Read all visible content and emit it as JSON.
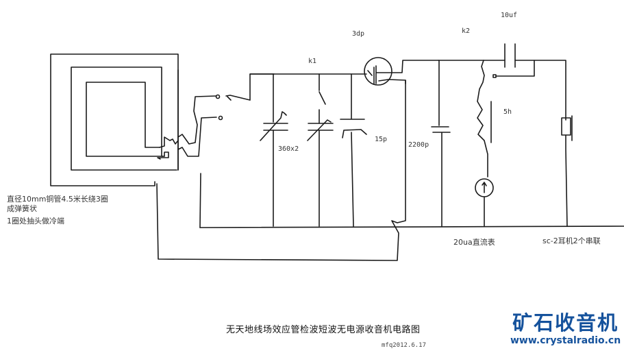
{
  "diagram": {
    "title": "无天地线场效应管检波短波无电源收音机电路图",
    "author": "mfq2012.6.17",
    "coil_note": {
      "line1": "直径10mm铜管4.5米长绕3圈",
      "line2": "成弹簧状",
      "line3": "1圈处抽头做冷端"
    },
    "components": {
      "switch_k1": "k1",
      "switch_k2": "k2",
      "transistor": "3dp",
      "variable_cap": "360x2",
      "trimmer_cap": "15p",
      "bypass_cap": "2200p",
      "coupling_cap": "10uf",
      "choke": "5h",
      "meter": "20ua直流表",
      "earphone": "sc-2耳机2个串联"
    },
    "logo": {
      "name": "矿石收音机",
      "url": "www.crystalradio.cn",
      "color": "#15529c"
    },
    "line_color": "#1a1a1a"
  }
}
